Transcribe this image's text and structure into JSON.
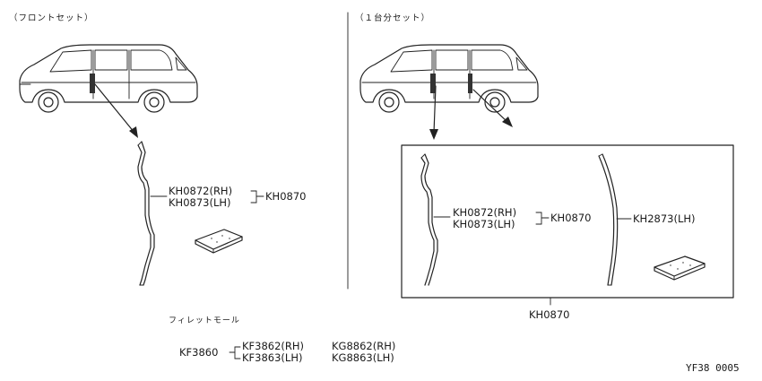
{
  "captions": {
    "front_set": "（フロントセット）",
    "one_vehicle_set": "（１台分セット）"
  },
  "left_panel": {
    "part_rh": "KH0872(RH)",
    "part_lh": "KH0873(LH)",
    "assembly": "KH0870"
  },
  "right_panel": {
    "part_rh": "KH0872(RH)",
    "part_lh": "KH0873(LH)",
    "assembly": "KH0870",
    "rear_part": "KH2873(LH)",
    "box_label": "KH0870"
  },
  "fillet_mold": {
    "title": "フィレットモール",
    "set_code": "KF3860",
    "row1_a": "KF3862(RH)",
    "row1_b": "KG8862(RH)",
    "row2_a": "KF3863(LH)",
    "row2_b": "KG8863(LH)"
  },
  "figure_code": "YF38 0005",
  "icons": {
    "van": "van-side-view-icon",
    "molding": "door-molding-strip-icon",
    "pad": "fillet-pad-icon",
    "arrow": "pointer-arrow-icon"
  }
}
